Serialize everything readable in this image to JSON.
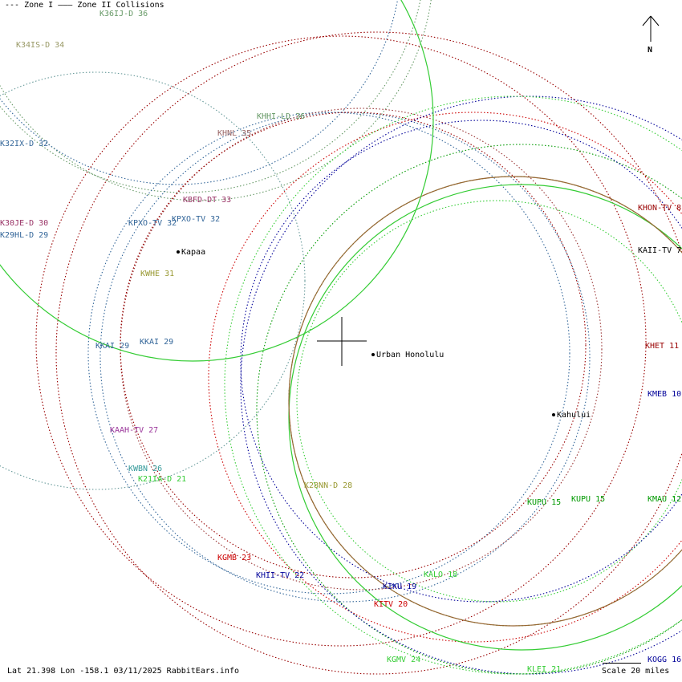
{
  "legend": {
    "zone1": "--- Zone I",
    "zone2": "——— Zone II Collisions"
  },
  "footer": {
    "coords": "Lat 21.398 Lon -158.1 03/11/2025 RabbitEars.info",
    "scale": "Scale 20 miles"
  },
  "north_label": "N",
  "cities": [
    {
      "name": "Kapaa"
    },
    {
      "name": "Urban Honolulu"
    },
    {
      "name": "Kahului"
    }
  ],
  "stations": [
    {
      "label": "K36IJ-D 36",
      "color": "#669966"
    },
    {
      "label": "K34IS-D 34",
      "color": "#999966"
    },
    {
      "label": "K32IX-D 32",
      "color": "#336699"
    },
    {
      "label": "KHHI-LD 36",
      "color": "#669966"
    },
    {
      "label": "KHNL 35",
      "color": "#996666"
    },
    {
      "label": "KBFD-DT 33",
      "color": "#993366"
    },
    {
      "label": "KPXO-TV 32",
      "color": "#336699"
    },
    {
      "label": "KPXO-TV 32",
      "color": "#336699"
    },
    {
      "label": "K30JE-D 30",
      "color": "#993366"
    },
    {
      "label": "K29HL-D 29",
      "color": "#336699"
    },
    {
      "label": "KWHE 31",
      "color": "#999933"
    },
    {
      "label": "KKAI 29",
      "color": "#336699"
    },
    {
      "label": "KKAI 29",
      "color": "#336699"
    },
    {
      "label": "KAAH-TV 27",
      "color": "#993399"
    },
    {
      "label": "KWBN 26",
      "color": "#339999"
    },
    {
      "label": "K21IA-D 21",
      "color": "#33cc33"
    },
    {
      "label": "K28NN-D 28",
      "color": "#999933"
    },
    {
      "label": "KGMB 23",
      "color": "#cc0000"
    },
    {
      "label": "KHII-TV 22",
      "color": "#000099"
    },
    {
      "label": "KALO 18",
      "color": "#33cc33"
    },
    {
      "label": "KIKU 19",
      "color": "#000099"
    },
    {
      "label": "KITV 20",
      "color": "#cc0000"
    },
    {
      "label": "KGMV 24",
      "color": "#33cc33"
    },
    {
      "label": "KLEI 21",
      "color": "#33cc33"
    },
    {
      "label": "KOGG 16",
      "color": "#000099"
    },
    {
      "label": "KUPU 15",
      "color": "#009900"
    },
    {
      "label": "KUPU 15",
      "color": "#009900"
    },
    {
      "label": "KMAU 12",
      "color": "#009900"
    },
    {
      "label": "KMEB 10",
      "color": "#000099"
    },
    {
      "label": "KHET 11",
      "color": "#990000"
    },
    {
      "label": "KAII-TV 7",
      "color": "#000000"
    },
    {
      "label": "KHON-TV 8",
      "color": "#990000"
    }
  ]
}
